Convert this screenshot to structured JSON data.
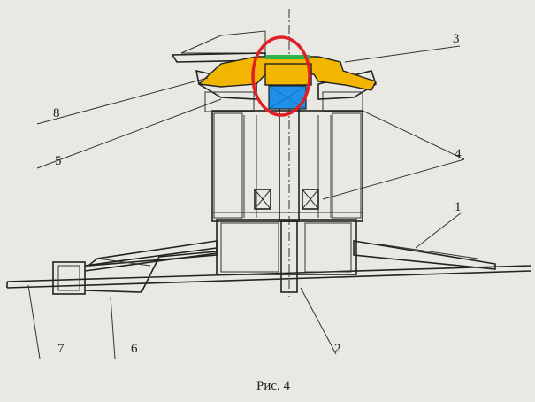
{
  "figure": {
    "caption": "Рис. 4",
    "labels": [
      {
        "key": "8",
        "text": "8"
      },
      {
        "key": "5",
        "text": "5"
      },
      {
        "key": "7",
        "text": "7"
      },
      {
        "key": "6",
        "text": "6"
      },
      {
        "key": "3",
        "text": "3"
      },
      {
        "key": "4",
        "text": "4"
      },
      {
        "key": "1",
        "text": "1"
      },
      {
        "key": "2",
        "text": "2"
      }
    ],
    "colors": {
      "highlight_ring": "#e01f26",
      "cap_part": "#f2b600",
      "bearing_fill": "#1e90e8",
      "seal_strip": "#2db34a",
      "ink": "#222222",
      "paper": "#e9e8e3"
    }
  }
}
